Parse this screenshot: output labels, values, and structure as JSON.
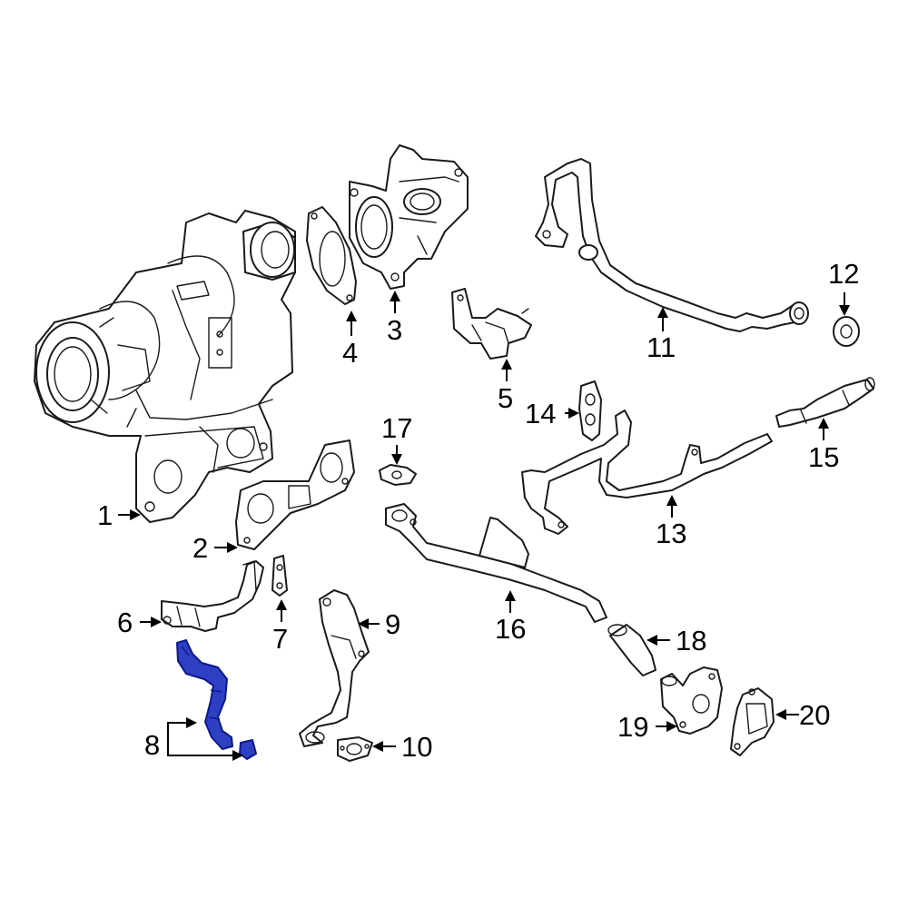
{
  "diagram": {
    "highlight_color": "#2e3fc4",
    "callouts": [
      {
        "id": "1",
        "label": "1"
      },
      {
        "id": "2",
        "label": "2"
      },
      {
        "id": "3",
        "label": "3"
      },
      {
        "id": "4",
        "label": "4"
      },
      {
        "id": "5",
        "label": "5"
      },
      {
        "id": "6",
        "label": "6"
      },
      {
        "id": "7",
        "label": "7"
      },
      {
        "id": "8",
        "label": "8"
      },
      {
        "id": "9",
        "label": "9"
      },
      {
        "id": "10",
        "label": "10"
      },
      {
        "id": "11",
        "label": "11"
      },
      {
        "id": "12",
        "label": "12"
      },
      {
        "id": "13",
        "label": "13"
      },
      {
        "id": "14",
        "label": "14"
      },
      {
        "id": "15",
        "label": "15"
      },
      {
        "id": "16",
        "label": "16"
      },
      {
        "id": "17",
        "label": "17"
      },
      {
        "id": "18",
        "label": "18"
      },
      {
        "id": "19",
        "label": "19"
      },
      {
        "id": "20",
        "label": "20"
      }
    ]
  }
}
